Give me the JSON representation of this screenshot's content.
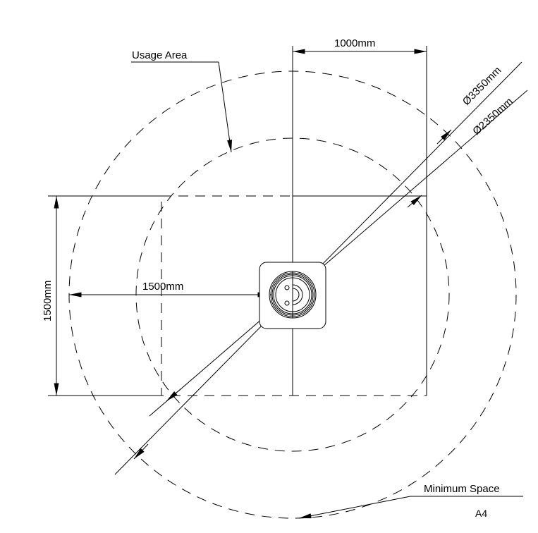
{
  "labels": {
    "usage_area": "Usage Area",
    "minimum_space": "Minimum Space",
    "width_dim": "1000mm",
    "height_dim": "1500mm",
    "radius_dim": "1500mm",
    "dia_outer": "Ø3350mm",
    "dia_inner": "Ø2350mm",
    "sheet": "A4"
  }
}
